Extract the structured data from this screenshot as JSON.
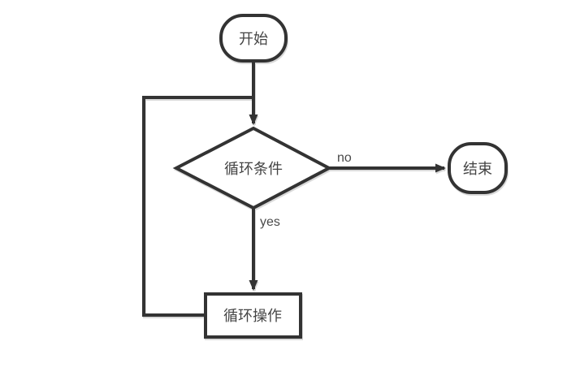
{
  "diagram": {
    "type": "flowchart",
    "background_color": "#ffffff",
    "stroke_color": "#333333",
    "text_color": "#444444",
    "nodes": {
      "start": {
        "label": "开始",
        "shape": "terminator"
      },
      "condition": {
        "label": "循环条件",
        "shape": "decision"
      },
      "end": {
        "label": "结束",
        "shape": "terminator"
      },
      "operation": {
        "label": "循环操作",
        "shape": "process"
      }
    },
    "edges": {
      "start_to_condition": {
        "label": ""
      },
      "condition_to_end": {
        "label": "no"
      },
      "condition_to_operation": {
        "label": "yes"
      },
      "operation_loop_back": {
        "label": ""
      }
    }
  }
}
